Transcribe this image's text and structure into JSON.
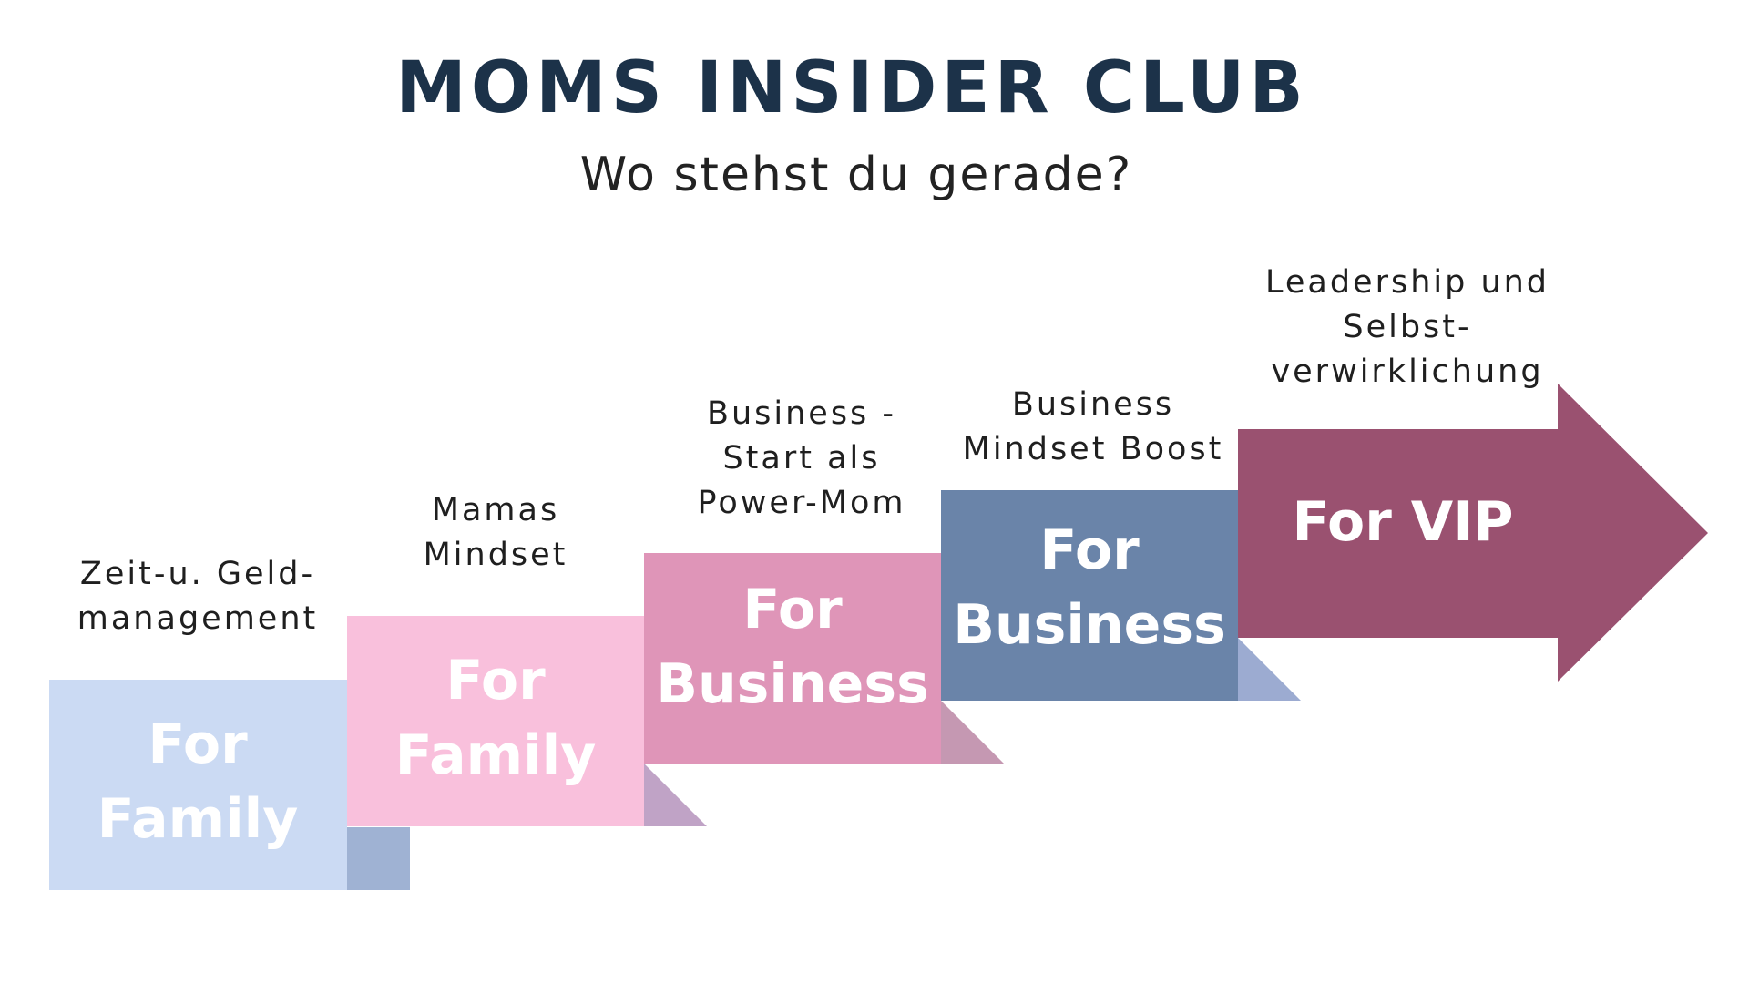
{
  "header": {
    "title": "MOMS INSIDER CLUB",
    "subtitle": "Wo stehst du gerade?"
  },
  "colors": {
    "title": "#1c3249",
    "step1": "#cbdaf3",
    "step1_fold": "#9fb2d3",
    "step2": "#f9c0dc",
    "step2_fold": "#c0a3c6",
    "step3": "#df95b8",
    "step3_fold": "#c598b2",
    "step4": "#6a84a9",
    "step4_fold": "#9cabd1",
    "step5": "#9a5170"
  },
  "steps": [
    {
      "label_lines": [
        "Zeit-u. Geld-",
        "management"
      ],
      "block_lines": [
        "For",
        "Family"
      ]
    },
    {
      "label_lines": [
        "Mamas",
        "Mindset"
      ],
      "block_lines": [
        "For",
        "Family"
      ]
    },
    {
      "label_lines": [
        "Business -",
        "Start als",
        "Power-Mom"
      ],
      "block_lines": [
        "For",
        "Business"
      ]
    },
    {
      "label_lines": [
        "Business",
        "Mindset Boost"
      ],
      "block_lines": [
        "For",
        "Business"
      ]
    },
    {
      "label_lines": [
        "Leadership und",
        "Selbst-",
        "verwirklichung"
      ],
      "block_lines": [
        "For VIP"
      ]
    }
  ]
}
